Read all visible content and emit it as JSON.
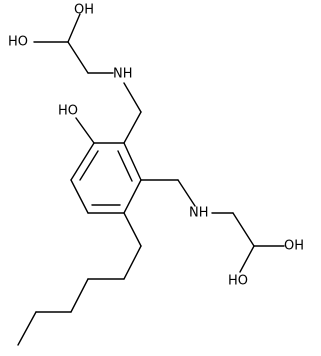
{
  "diagram": {
    "kind": "skeletal-formula",
    "line_color": "#000000",
    "background": "#ffffff",
    "atom_labels": {
      "oh_diol1_top": "OH",
      "ho_diol1_left": "HO",
      "nh_1": "NH",
      "ho_ring": "HO",
      "nh_2": "NH",
      "oh_diol2_right": "OH",
      "ho_diol2_bottom": "HO"
    }
  }
}
